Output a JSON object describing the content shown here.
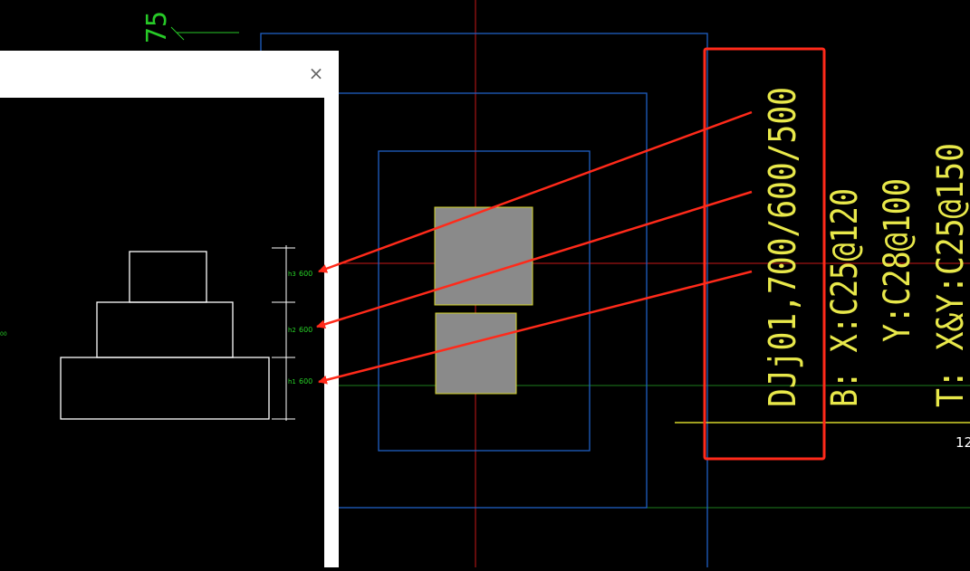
{
  "cad": {
    "top_dimension": "75",
    "bottom_right_scale": "12",
    "foundation_label": "DJj01,700/600/500",
    "rebar_bottom": "B: X:C25@120",
    "rebar_y": "Y:C28@100",
    "rebar_top": "T: X&Y:C25@150"
  },
  "dialog": {
    "close_symbol": "×",
    "left_fragment": "00",
    "h3_label": "h3",
    "h3_value": "600",
    "h2_label": "h2",
    "h2_value": "600",
    "h1_label": "h1",
    "h1_value": "600"
  },
  "colors": {
    "background": "#000000",
    "cad_text_yellow": "#e8e84a",
    "outline_blue": "#1f5fc4",
    "axis_red": "#d01a1a",
    "axis_green": "#1e8a1e",
    "annotation_red": "#ff2a1a",
    "column_fill": "#8a8a8a"
  }
}
